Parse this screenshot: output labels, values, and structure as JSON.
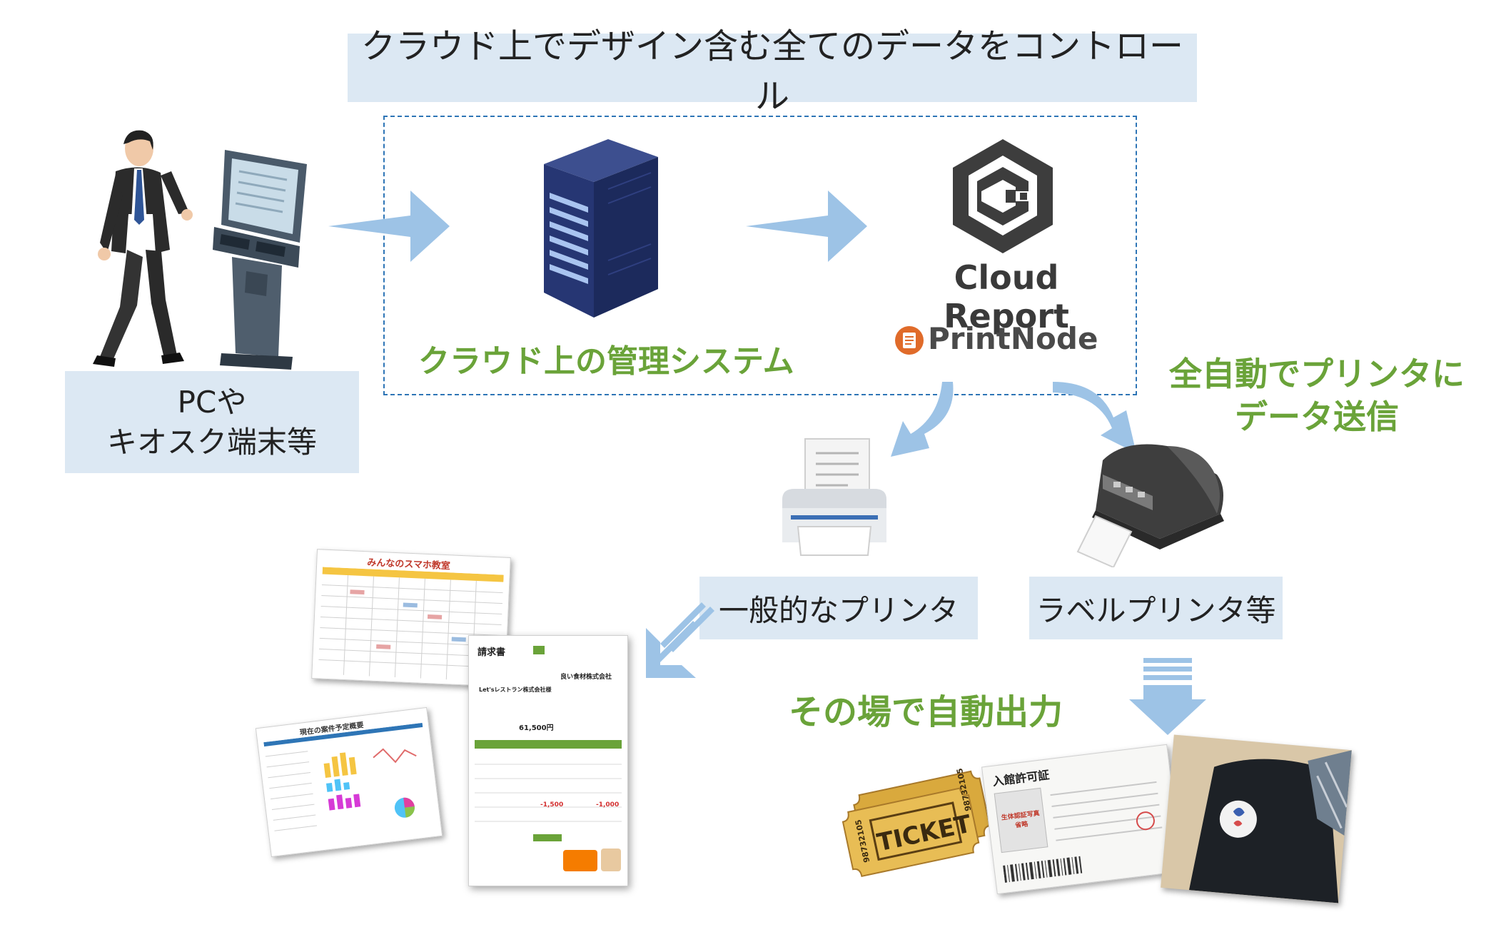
{
  "header": {
    "title": "クラウド上でデザイン含む全てのデータをコントロール"
  },
  "source": {
    "label_line1": "PCや",
    "label_line2": "キオスク端末等"
  },
  "cloud": {
    "management_label": "クラウド上の管理システム",
    "cloudreport_logo": "Cloud Report",
    "printnode_logo": "PrintNode"
  },
  "auto_send": {
    "line1": "全自動でプリンタに",
    "line2": "データ送信"
  },
  "printers": {
    "general_label": "一般的なプリンタ",
    "label_printer_label": "ラベルプリンタ等"
  },
  "output": {
    "label": "その場で自動出力"
  },
  "documents": {
    "schedule_title": "みんなのスマホ教室",
    "report_title": "現在の案件予定概要",
    "invoice_title": "請求書",
    "invoice_company": "Let'sレストラン株式会社様",
    "invoice_issuer": "良い食材株式会社",
    "invoice_total": "61,500円",
    "invoice_amount_1": "-1,500",
    "invoice_amount_2": "-1,000"
  },
  "labels": {
    "ticket_text": "TICKET",
    "ticket_serial_1": "98732105",
    "ticket_serial_2": "98732105",
    "pass_title": "入館許可証",
    "pass_photo_text": "生体認証写真省略"
  },
  "colors": {
    "accent_green": "#6aa339",
    "label_box": "#dce8f3",
    "arrow": "#9dc3e6",
    "dash": "#2e75b6"
  }
}
